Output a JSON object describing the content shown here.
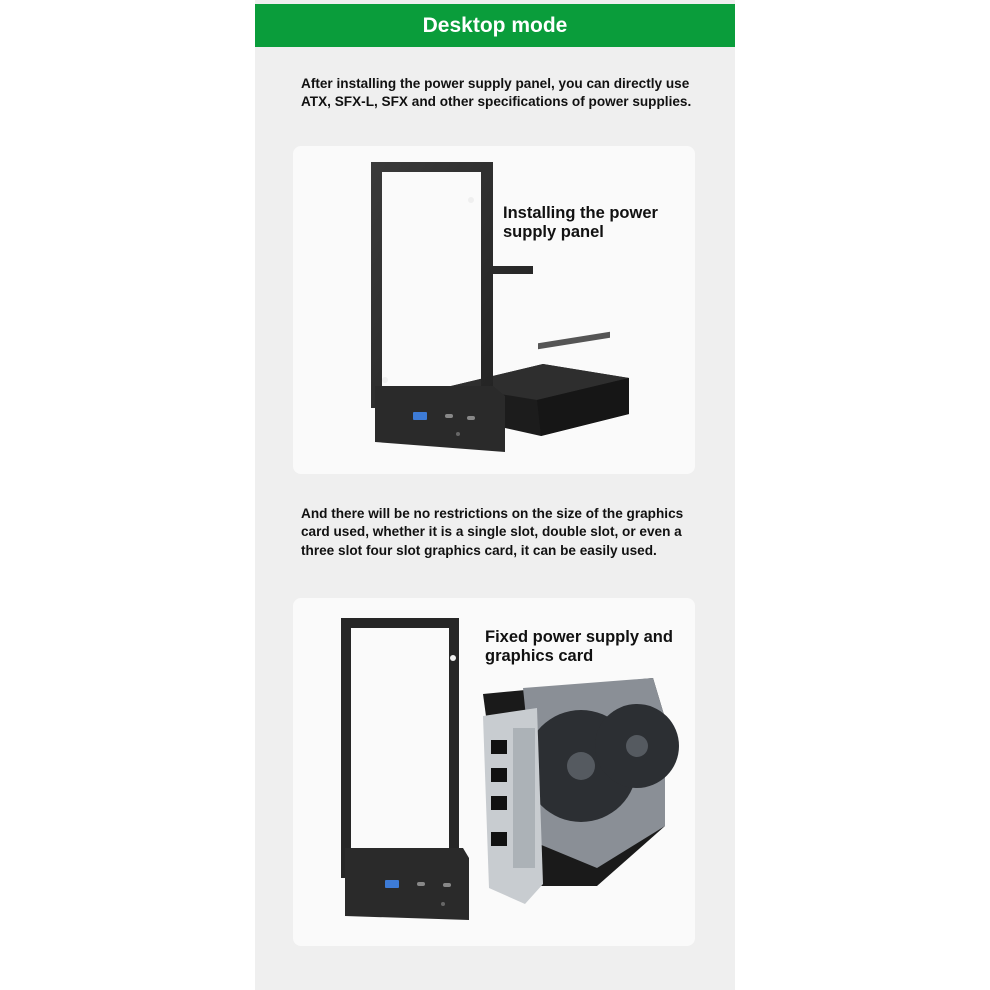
{
  "header": {
    "title": "Desktop mode"
  },
  "section1": {
    "text": "After installing the power supply panel, you can directly use ATX, SFX-L, SFX and other specifications of power supplies.",
    "caption": "Installing the power supply panel"
  },
  "section2": {
    "text": "And there will be no restrictions on the size of the graphics card used, whether it is a single slot, double slot, or even a three slot four slot graphics card, it can be easily used.",
    "caption": "Fixed power supply and graphics card"
  },
  "colors": {
    "header_bg": "#0a9d3b",
    "page_bg": "#efefef",
    "panel_bg": "#fafafa"
  }
}
